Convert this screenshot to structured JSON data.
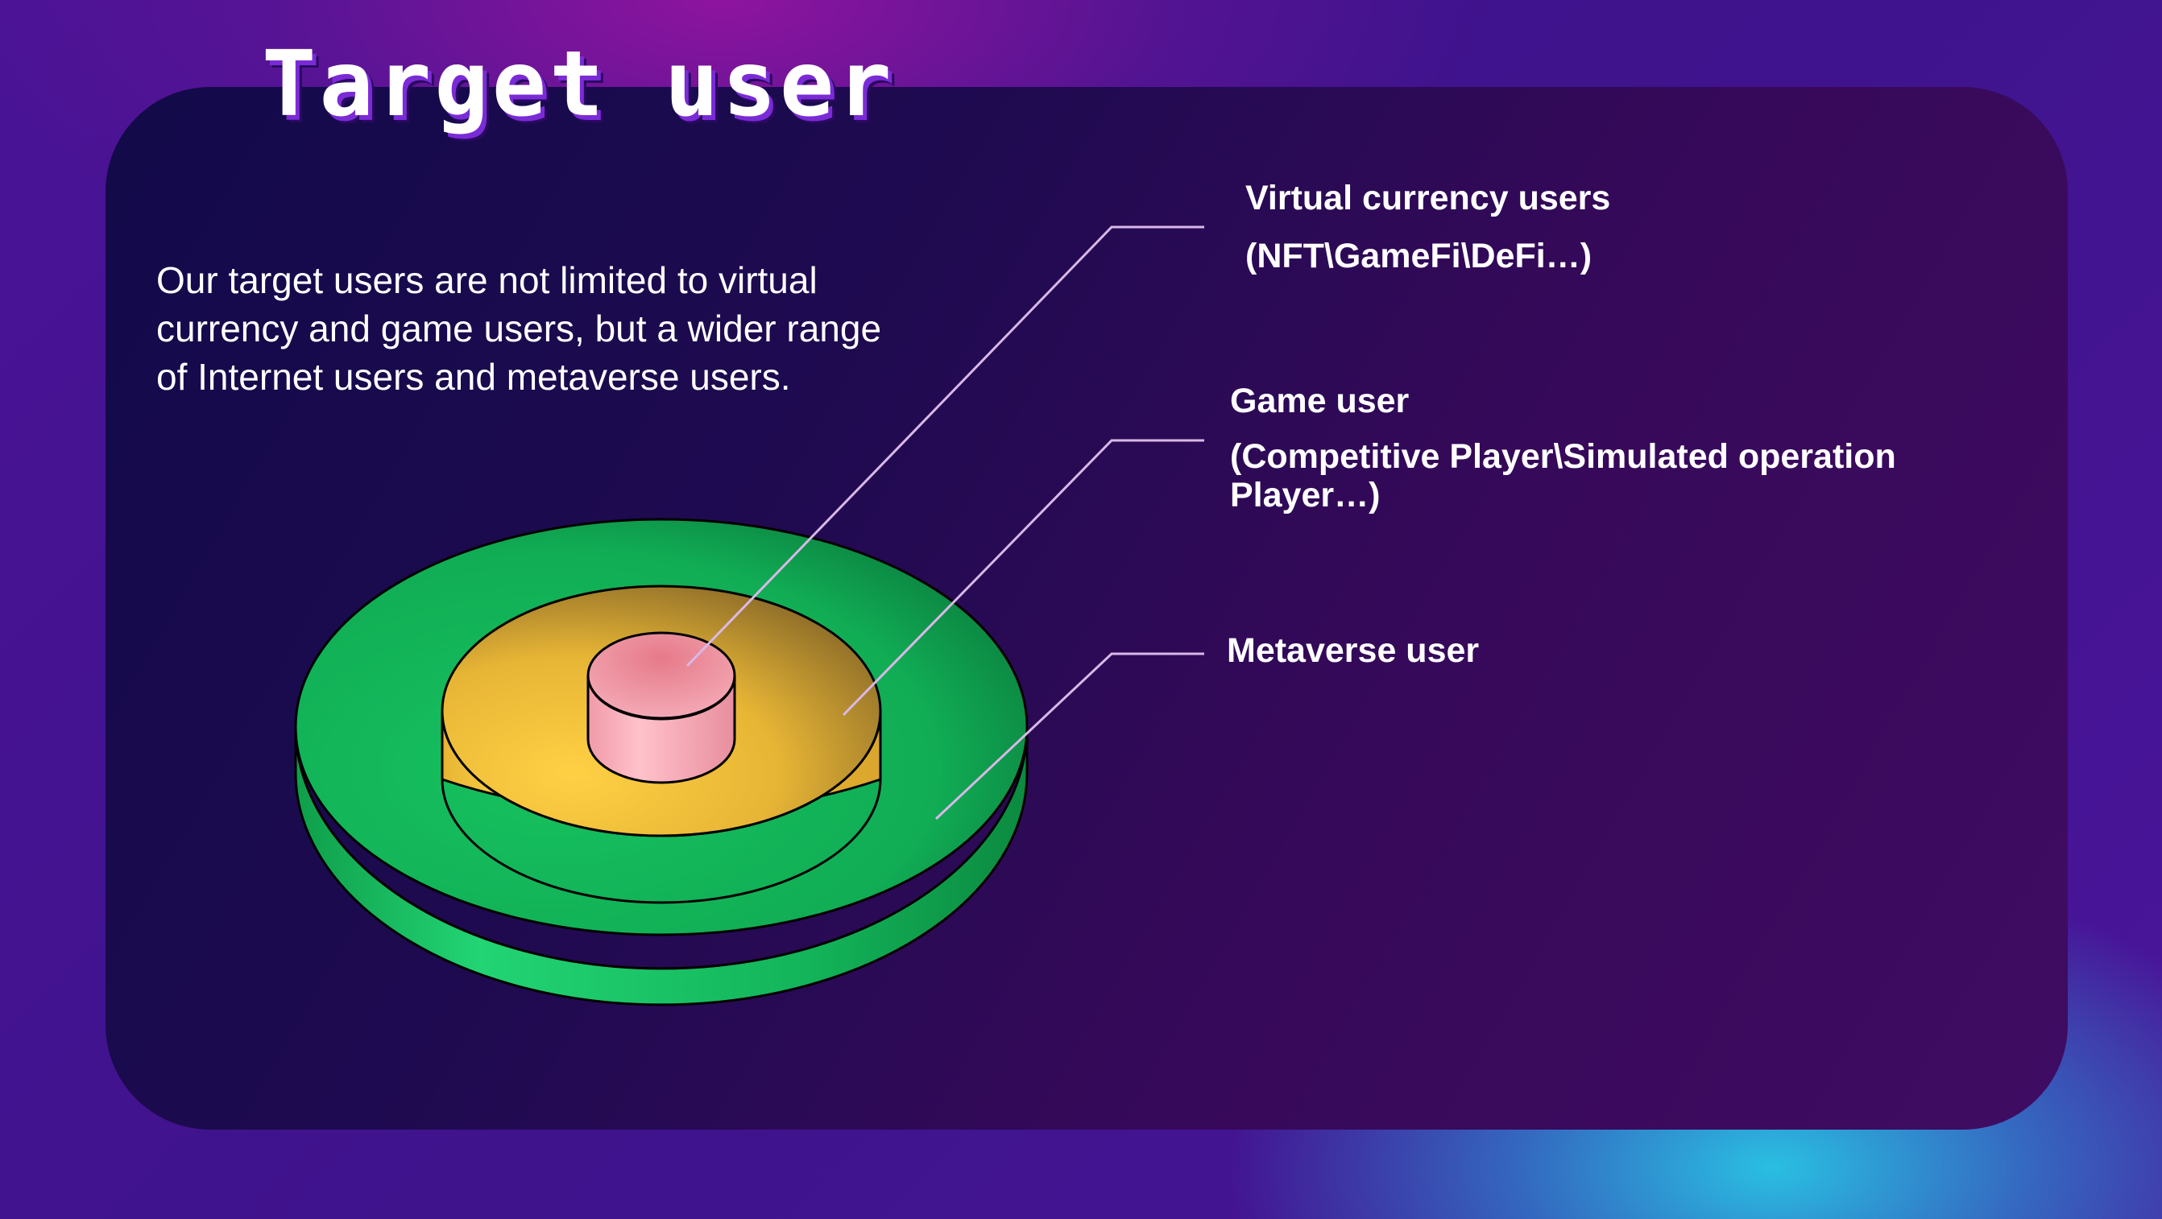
{
  "title": "Target user",
  "description": "Our target users are not limited to virtual currency and game users, but a wider range of Internet users and metaverse users.",
  "layers": [
    {
      "name": "Virtual currency users",
      "detail": "(NFT\\GameFi\\DeFi…)",
      "color": "#f5a6b2"
    },
    {
      "name": "Game user",
      "detail": "(Competitive Player\\Simulated operation Player…)",
      "color": "#f2c23a"
    },
    {
      "name": "Metaverse user",
      "detail": "",
      "color": "#17c05e"
    }
  ],
  "colors": {
    "panel": "#1f0a50",
    "leader_line": "#d9b8e8",
    "title_shadow": "#7a2bd6"
  }
}
